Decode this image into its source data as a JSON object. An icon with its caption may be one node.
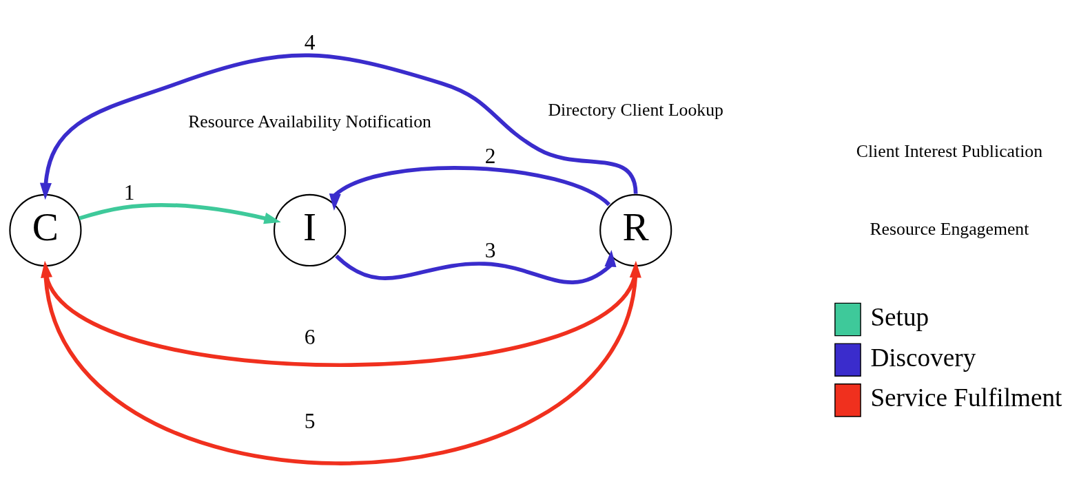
{
  "diagram": {
    "nodes": [
      {
        "text": [
          "C"
        ]
      },
      {
        "text": [
          "I"
        ]
      },
      {
        "text": [
          "R"
        ]
      }
    ],
    "edges": [
      {
        "from": 0,
        "to": 1,
        "arrow": "to",
        "label": "1",
        "color": "#3ec99a"
      },
      {
        "from": 2,
        "to": 1,
        "arrow": "to",
        "label": "2",
        "color": "#3a2ccc"
      },
      {
        "from": 1,
        "to": 2,
        "arrow": "to",
        "label": "3",
        "color": "#3a2ccc"
      },
      {
        "from": 2,
        "to": 0,
        "arrow": "to",
        "label": "4",
        "color": "#3a2ccc"
      },
      {
        "from": 0,
        "to": 2,
        "arrow": "to",
        "label": "5",
        "color": "#f0301e"
      },
      {
        "from": 2,
        "to": 0,
        "arrow": "to",
        "label": "6",
        "color": "#f0301e"
      }
    ],
    "labels": [
      "Resource Availability Notification",
      "Directory Client Lookup",
      "Client Interest Publication",
      "Resource Engagement"
    ],
    "legend": [
      {
        "text": "Setup",
        "color": "#3ec99a"
      },
      {
        "text": "Discovery",
        "color": "#3a2ccc"
      },
      {
        "text": "Service Fulfilment",
        "color": "#f0301e"
      }
    ]
  }
}
